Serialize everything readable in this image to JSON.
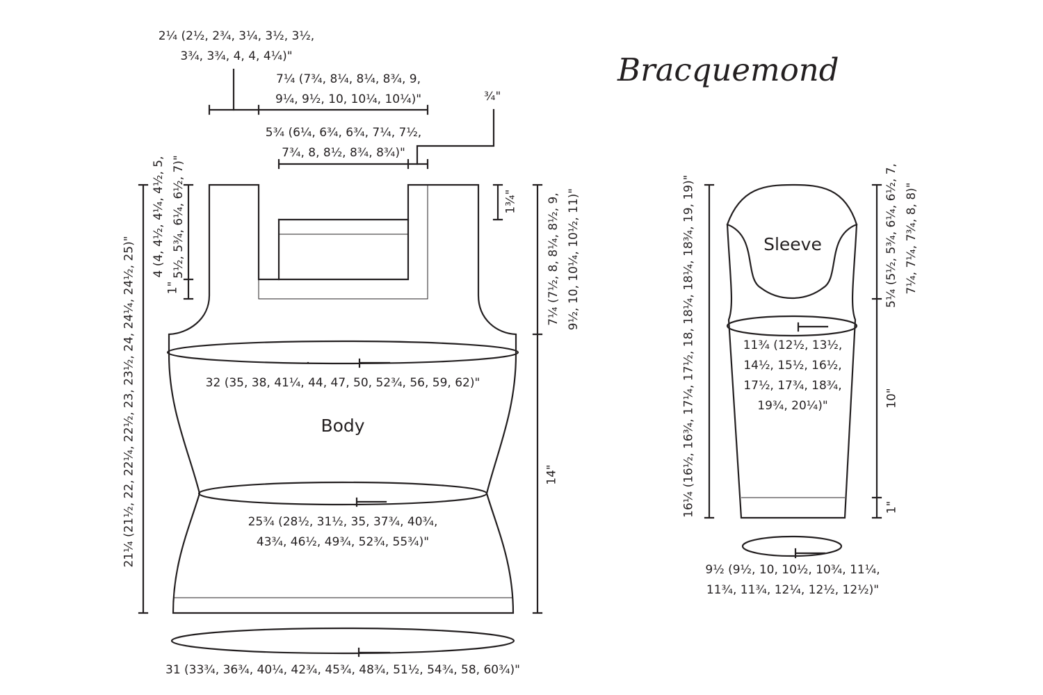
{
  "title": "Bracquemond",
  "body": {
    "label": "Body",
    "shoulder": [
      "2¼ (2½, 2¾, 3¼, 3½, 3½,",
      "3¾, 3¾, 4, 4, 4¼)\""
    ],
    "back_neck": [
      "7¼ (7¾, 8¼, 8¼, 8¾, 9,",
      "9¼, 9½, 10, 10¼, 10¼)\""
    ],
    "front_neck": [
      "5¾ (6¼, 6¾, 6¾, 7¼, 7½,",
      "7¾, 8, 8½, 8¾, 8¾)\""
    ],
    "band_width": "¾\"",
    "back_neck_depth": "1¾\"",
    "front_neck_depth": [
      "4 (4, 4½, 4¼, 4½, 5,",
      "5½, 5¾, 6¼, 6½, 7)\""
    ],
    "neck_band": "1\"",
    "total_length": "21¼ (21½, 22, 22¼, 22½, 23, 23½, 24, 24¼, 24½, 25)\"",
    "armhole_depth": [
      "7¼ (7½, 8, 8¼, 8½, 9,",
      "9½, 10, 10¼, 10½, 11)\""
    ],
    "side_length": "14\"",
    "bust": "32 (35, 38, 41¼, 44, 47, 50, 52¾, 56, 59, 62)\"",
    "waist": [
      "25¾ (28½, 31½, 35, 37¾, 40¾,",
      "43¾, 46½, 49¾, 52¾, 55¾)\""
    ],
    "hip": "31 (33¾, 36¾, 40¼, 42¾, 45¾, 48¾, 51½, 54¾, 58, 60¾)\""
  },
  "sleeve": {
    "label": "Sleeve",
    "total_length": "16¼ (16½, 16¾, 17¼, 17½, 18, 18¼, 18¼, 18¾, 19, 19)\"",
    "cap_height": [
      "5¼ (5½, 5¾, 6¼, 6½, 7,",
      "7¼, 7¼, 7¾, 8, 8)\""
    ],
    "upper_arm": [
      "11¾ (12½, 13½,",
      "14½, 15½, 16½,",
      "17½, 17¾, 18¾,",
      "19¾, 20¼)\""
    ],
    "length_to_cap": "10\"",
    "cuff_length": "1\"",
    "cuff": [
      "9½ (9½, 10, 10½, 10¾, 11¼,",
      "11¾, 11¾, 12¼, 12½, 12½)\""
    ]
  }
}
